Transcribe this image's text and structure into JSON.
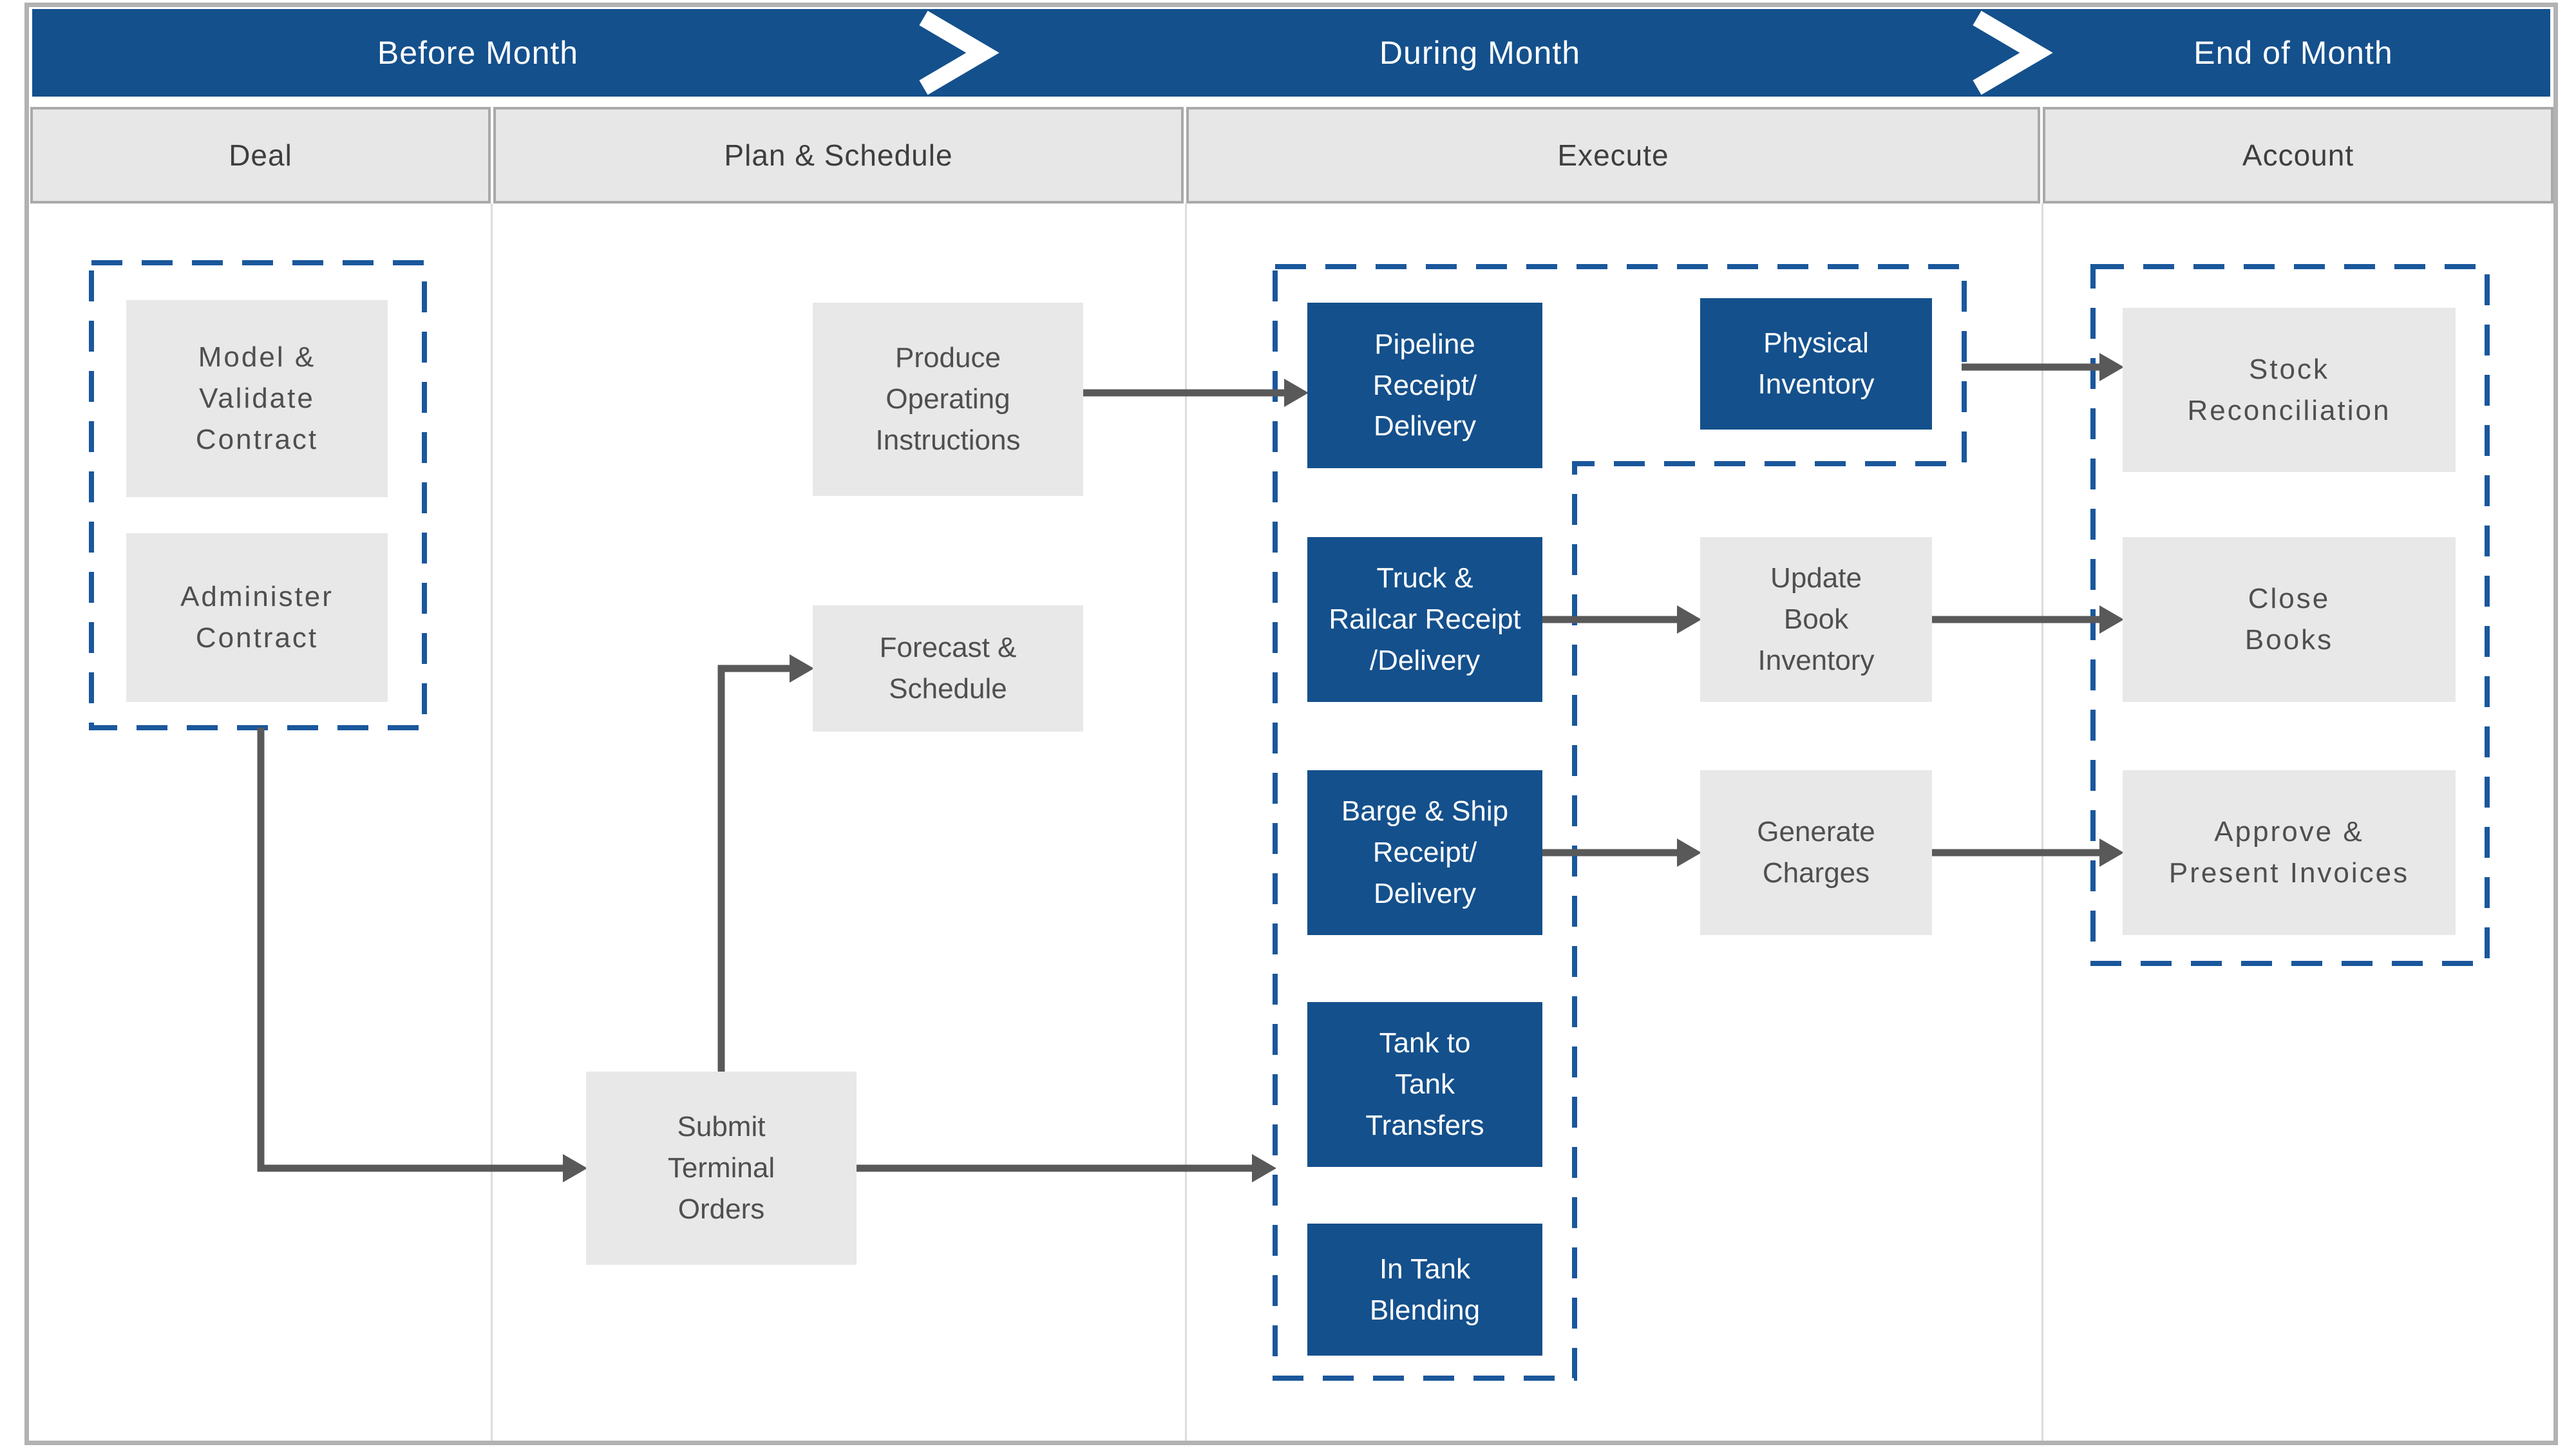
{
  "diagram": {
    "phases": {
      "before": "Before Month",
      "during": "During Month",
      "end": "End of Month"
    },
    "columns": {
      "deal": "Deal",
      "plan": "Plan & Schedule",
      "execute": "Execute",
      "account": "Account"
    },
    "nodes": {
      "model_validate_contract": "Model &\nValidate\nContract",
      "administer_contract": "Administer\nContract",
      "produce_operating_instructions": "Produce\nOperating\nInstructions",
      "forecast_schedule": "Forecast &\nSchedule",
      "submit_terminal_orders": "Submit\nTerminal\nOrders",
      "pipeline_receipt_delivery": "Pipeline\nReceipt/\nDelivery",
      "physical_inventory": "Physical\nInventory",
      "truck_railcar_receipt_delivery": "Truck &\nRailcar Receipt\n/Delivery",
      "update_book_inventory": "Update\nBook\nInventory",
      "barge_ship_receipt_delivery": "Barge & Ship\nReceipt/\nDelivery",
      "generate_charges": "Generate\nCharges",
      "tank_to_tank_transfers": "Tank to\nTank\nTransfers",
      "in_tank_blending": "In Tank\nBlending",
      "stock_reconciliation": "Stock\nReconciliation",
      "close_books": "Close\nBooks",
      "approve_present_invoices": "Approve &\nPresent Invoices"
    },
    "colors": {
      "primary_blue": "#14508C",
      "dashed_border_blue": "#1A579C",
      "box_gray": "#E8E8E8",
      "header_cell_gray": "#E7E7E7",
      "box_text_gray": "#4F4F4F",
      "arrow_gray": "#595959",
      "frame_gray": "#B2B2B2",
      "divider_gray": "#DCDCDC",
      "phase_text": "#FFFFFF"
    }
  }
}
